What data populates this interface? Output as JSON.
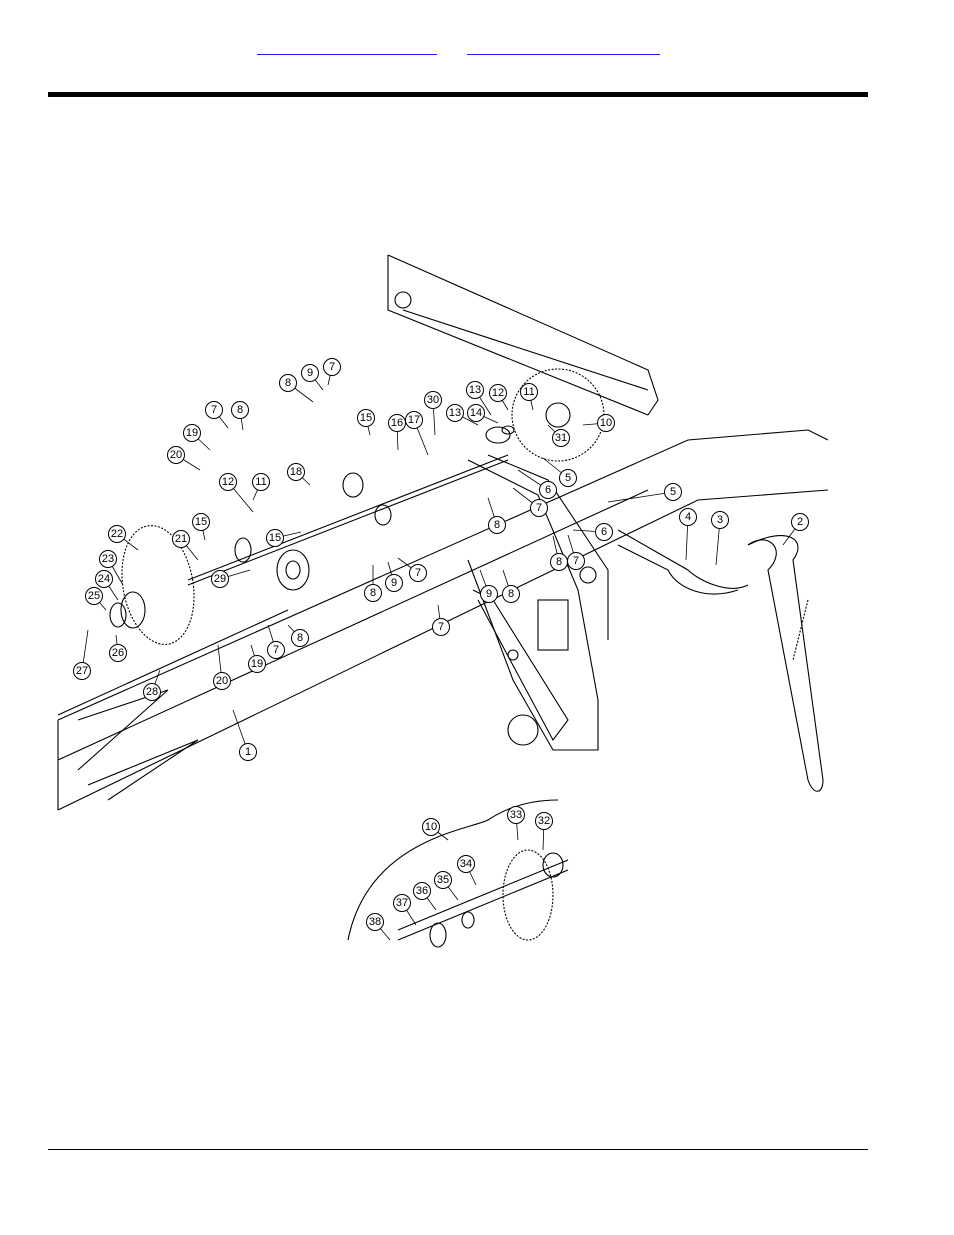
{
  "header": {
    "links": [
      {
        "label": ""
      },
      {
        "label": ""
      }
    ]
  },
  "figure": {
    "callouts": [
      {
        "id": "c1",
        "label": "1"
      },
      {
        "id": "c2",
        "label": "2"
      },
      {
        "id": "c3",
        "label": "3"
      },
      {
        "id": "c4",
        "label": "4"
      },
      {
        "id": "c5a",
        "label": "5"
      },
      {
        "id": "c5b",
        "label": "5"
      },
      {
        "id": "c6a",
        "label": "6"
      },
      {
        "id": "c6b",
        "label": "6"
      },
      {
        "id": "c7a",
        "label": "7"
      },
      {
        "id": "c7b",
        "label": "7"
      },
      {
        "id": "c7c",
        "label": "7"
      },
      {
        "id": "c7d",
        "label": "7"
      },
      {
        "id": "c7e",
        "label": "7"
      },
      {
        "id": "c7f",
        "label": "7"
      },
      {
        "id": "c7g",
        "label": "7"
      },
      {
        "id": "c8a",
        "label": "8"
      },
      {
        "id": "c8b",
        "label": "8"
      },
      {
        "id": "c8c",
        "label": "8"
      },
      {
        "id": "c8d",
        "label": "8"
      },
      {
        "id": "c8e",
        "label": "8"
      },
      {
        "id": "c8f",
        "label": "8"
      },
      {
        "id": "c8g",
        "label": "8"
      },
      {
        "id": "c9a",
        "label": "9"
      },
      {
        "id": "c9b",
        "label": "9"
      },
      {
        "id": "c9c",
        "label": "9"
      },
      {
        "id": "c10a",
        "label": "10"
      },
      {
        "id": "c10b",
        "label": "10"
      },
      {
        "id": "c11a",
        "label": "11"
      },
      {
        "id": "c11b",
        "label": "11"
      },
      {
        "id": "c12a",
        "label": "12"
      },
      {
        "id": "c12b",
        "label": "12"
      },
      {
        "id": "c13a",
        "label": "13"
      },
      {
        "id": "c13b",
        "label": "13"
      },
      {
        "id": "c14",
        "label": "14"
      },
      {
        "id": "c15a",
        "label": "15"
      },
      {
        "id": "c15b",
        "label": "15"
      },
      {
        "id": "c15c",
        "label": "15"
      },
      {
        "id": "c16",
        "label": "16"
      },
      {
        "id": "c17",
        "label": "17"
      },
      {
        "id": "c18",
        "label": "18"
      },
      {
        "id": "c19a",
        "label": "19"
      },
      {
        "id": "c19b",
        "label": "19"
      },
      {
        "id": "c20a",
        "label": "20"
      },
      {
        "id": "c20b",
        "label": "20"
      },
      {
        "id": "c21",
        "label": "21"
      },
      {
        "id": "c22",
        "label": "22"
      },
      {
        "id": "c23",
        "label": "23"
      },
      {
        "id": "c24",
        "label": "24"
      },
      {
        "id": "c25",
        "label": "25"
      },
      {
        "id": "c26",
        "label": "26"
      },
      {
        "id": "c27",
        "label": "27"
      },
      {
        "id": "c28",
        "label": "28"
      },
      {
        "id": "c29",
        "label": "29"
      },
      {
        "id": "c30",
        "label": "30"
      },
      {
        "id": "c31",
        "label": "31"
      },
      {
        "id": "c32",
        "label": "32"
      },
      {
        "id": "c33",
        "label": "33"
      },
      {
        "id": "c34",
        "label": "34"
      },
      {
        "id": "c35",
        "label": "35"
      },
      {
        "id": "c36",
        "label": "36"
      },
      {
        "id": "c37",
        "label": "37"
      },
      {
        "id": "c38",
        "label": "38"
      }
    ]
  }
}
